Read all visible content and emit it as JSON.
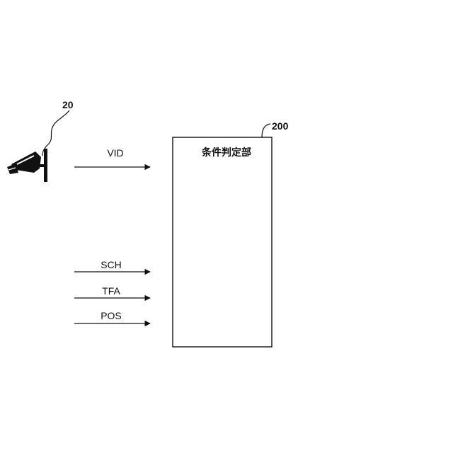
{
  "camera": {
    "ref": "20",
    "icon": "security-camera-icon"
  },
  "unit": {
    "ref": "200",
    "title": "条件判定部"
  },
  "signals": {
    "vid": "VID",
    "sch": "SCH",
    "tfa": "TFA",
    "pos": "POS"
  }
}
